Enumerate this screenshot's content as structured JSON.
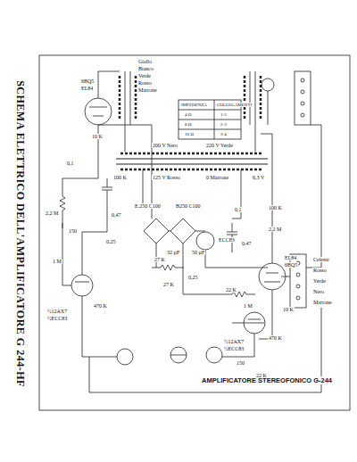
{
  "diagram": {
    "title": "SCHEMA ELETTRICO DELL'AMPLIFICATORE G 244-HF",
    "caption": "AMPLIFICATORE STEREOFONICO G-244",
    "labels": [
      "6BQ5",
      "EL84",
      "½12AX7",
      "½ECC83",
      "EL84",
      "6BQ5",
      "½12AX7",
      "½ECC83",
      "ECC83",
      "E.250 C100",
      "B250 C100",
      "Giallo",
      "Bianco",
      "Verde",
      "Rosso",
      "Marrone",
      "Celeste",
      "Rosso",
      "Verde",
      "Nero",
      "Marrone",
      "200 V Nero",
      "220 V Verde",
      "125 V Rosso",
      "0 Marrone",
      "6,3 V",
      "0,1",
      "0,47",
      "2,2 M",
      "1 M",
      "470 K",
      "150",
      "100 K",
      "10 K",
      "27 K",
      "22 K",
      "0,25",
      "32 µF",
      "50 µF",
      "0,1",
      "0,47",
      "2,2 M",
      "1 M",
      "470 K",
      "150",
      "100 K",
      "10 K",
      "27 K",
      "22 K",
      "0,25",
      "IMPEDENZA",
      "COLLEGAMENTI",
      "4 Ω",
      "1-2",
      "8 Ω",
      "2-3",
      "16 Ω",
      "3-4"
    ]
  }
}
